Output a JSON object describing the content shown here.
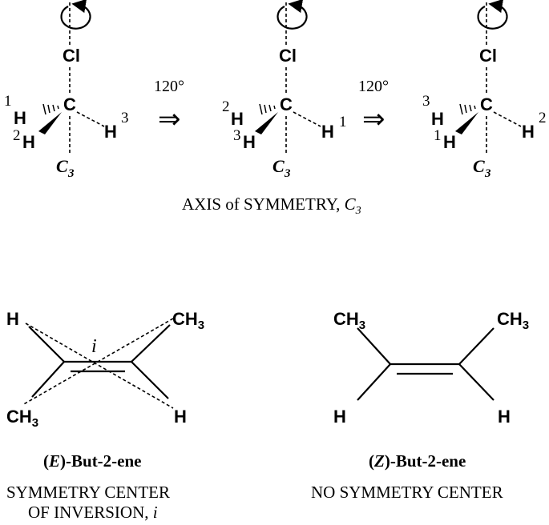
{
  "top": {
    "molecules": [
      {
        "center": "C",
        "top": "Cl",
        "axis_label": "C",
        "axis_sub": "3",
        "left_num": "1",
        "left_h": "H",
        "lower_num": "2",
        "lower_h": "H",
        "right_h": "H",
        "right_num": "3"
      },
      {
        "center": "C",
        "top": "Cl",
        "axis_label": "C",
        "axis_sub": "3",
        "left_num": "2",
        "left_h": "H",
        "lower_num": "3",
        "lower_h": "H",
        "right_h": "H",
        "right_num": "1"
      },
      {
        "center": "C",
        "top": "Cl",
        "axis_label": "C",
        "axis_sub": "3",
        "left_num": "3",
        "left_h": "H",
        "lower_num": "1",
        "lower_h": "H",
        "right_h": "H",
        "right_num": "2"
      }
    ],
    "rotations": [
      {
        "angle": "120°",
        "arrow": "⇒"
      },
      {
        "angle": "120°",
        "arrow": "⇒"
      }
    ],
    "caption": "AXIS of SYMMETRY, ",
    "caption_symbol": "C",
    "caption_sub": "3"
  },
  "bottom": {
    "e_isomer": {
      "tl": "H",
      "tr": "CH",
      "tr_sub": "3",
      "bl": "CH",
      "bl_sub": "3",
      "br": "H",
      "center_label": "i",
      "name_open": "(",
      "name_italic": "E",
      "name_rest": ")-But-2-ene",
      "caption_line1": "SYMMETRY CENTER",
      "caption_line2": "OF INVERSION, ",
      "caption_symbol": "i"
    },
    "z_isomer": {
      "tl": "CH",
      "tl_sub": "3",
      "tr": "CH",
      "tr_sub": "3",
      "bl": "H",
      "br": "H",
      "name_open": "(",
      "name_italic": "Z",
      "name_rest": ")-But-2-ene",
      "caption": "NO SYMMETRY CENTER"
    }
  }
}
